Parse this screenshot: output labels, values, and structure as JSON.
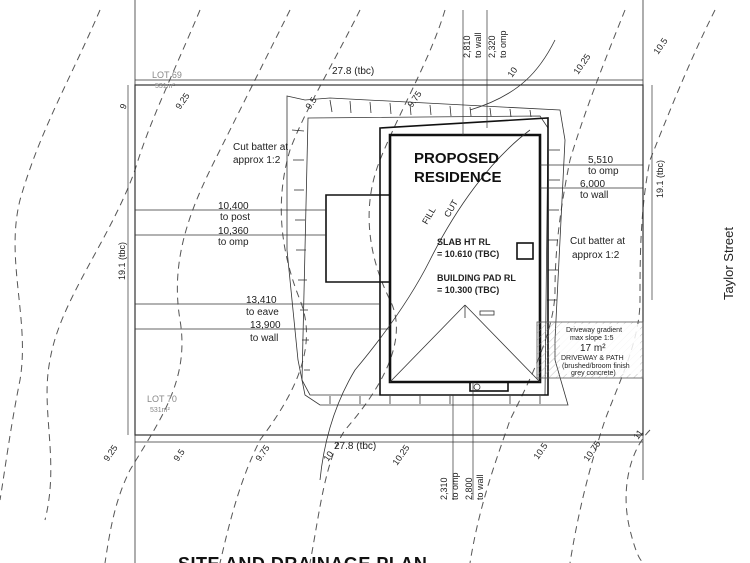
{
  "title": "SITE AND DRAINAGE PLAN",
  "street": "Taylor Street",
  "lots": {
    "top": {
      "name": "LOT 69",
      "area": "531m²"
    },
    "bottom": {
      "name": "LOT 70",
      "area": "531m²"
    }
  },
  "residence": {
    "line1": "PROPOSED",
    "line2": "RESIDENCE"
  },
  "slab": {
    "line1": "SLAB HT RL",
    "line2": "= 10.610 (TBC)"
  },
  "pad": {
    "line1": "BUILDING PAD RL",
    "line2": "= 10.300 (TBC)"
  },
  "fill_label": "FILL",
  "cut_label": "CUT",
  "cut_batter_left": {
    "line1": "Cut batter at",
    "line2": "approx 1:2"
  },
  "cut_batter_right": {
    "line1": "Cut batter at",
    "line2": "approx 1:2"
  },
  "boundary": {
    "top": "27.8 (tbc)",
    "bottom": "27.8 (tbc)",
    "left": "19.1 (tbc)",
    "right": "19.1 (tbc)"
  },
  "dims_left": [
    {
      "value": "10,400",
      "label": "to post"
    },
    {
      "value": "10,360",
      "label": "to omp"
    },
    {
      "value": "13,410",
      "label": "to eave"
    },
    {
      "value": "13,900",
      "label": "to wall"
    }
  ],
  "dims_right": [
    {
      "value": "5,510",
      "label": "to omp"
    },
    {
      "value": "6,000",
      "label": "to wall"
    }
  ],
  "dims_top": [
    {
      "value": "2,810",
      "label": "to wall"
    },
    {
      "value": "2,320",
      "label": "to omp"
    }
  ],
  "dims_bottom": [
    {
      "value": "2,310",
      "label": "to omp"
    },
    {
      "value": "2,800",
      "label": "to wall"
    }
  ],
  "driveway": {
    "gradient": "Driveway gradient",
    "slope": "max slope 1:5",
    "area": "17 m²",
    "name": "DRIVEWAY & PATH",
    "finish1": "(brushed/broom finish",
    "finish2": "grey concrete)"
  },
  "contours": [
    "9",
    "9.25",
    "9.5",
    "9.75",
    "10",
    "10.25",
    "10.5",
    "9.25",
    "9.5",
    "9.75",
    "10",
    "10.25",
    "10.5",
    "10.75",
    "11"
  ]
}
